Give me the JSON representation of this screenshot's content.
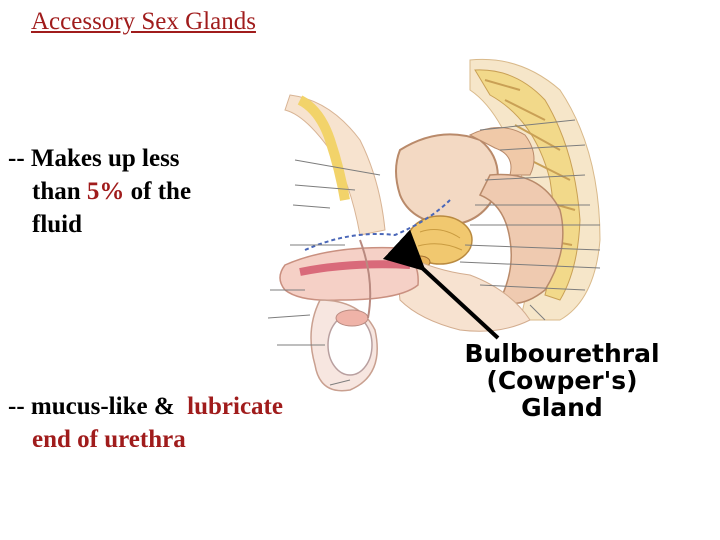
{
  "slide": {
    "title": "Accessory Sex Glands",
    "bullet1": {
      "line1": "-- Makes up less",
      "line2_pre": "than ",
      "line2_accent": "5%",
      "line2_post": " of the",
      "line3": "fluid"
    },
    "bullet2": {
      "line1_pre": "-- mucus-like &  ",
      "line1_accent": "lubricate",
      "line2": "end of urethra"
    },
    "callout": {
      "line1": "Bulbourethral",
      "line2": "(Cowper's)",
      "line3": "Gland"
    }
  },
  "colors": {
    "accent_text": "#a01c1c",
    "arrow": "#000000"
  }
}
